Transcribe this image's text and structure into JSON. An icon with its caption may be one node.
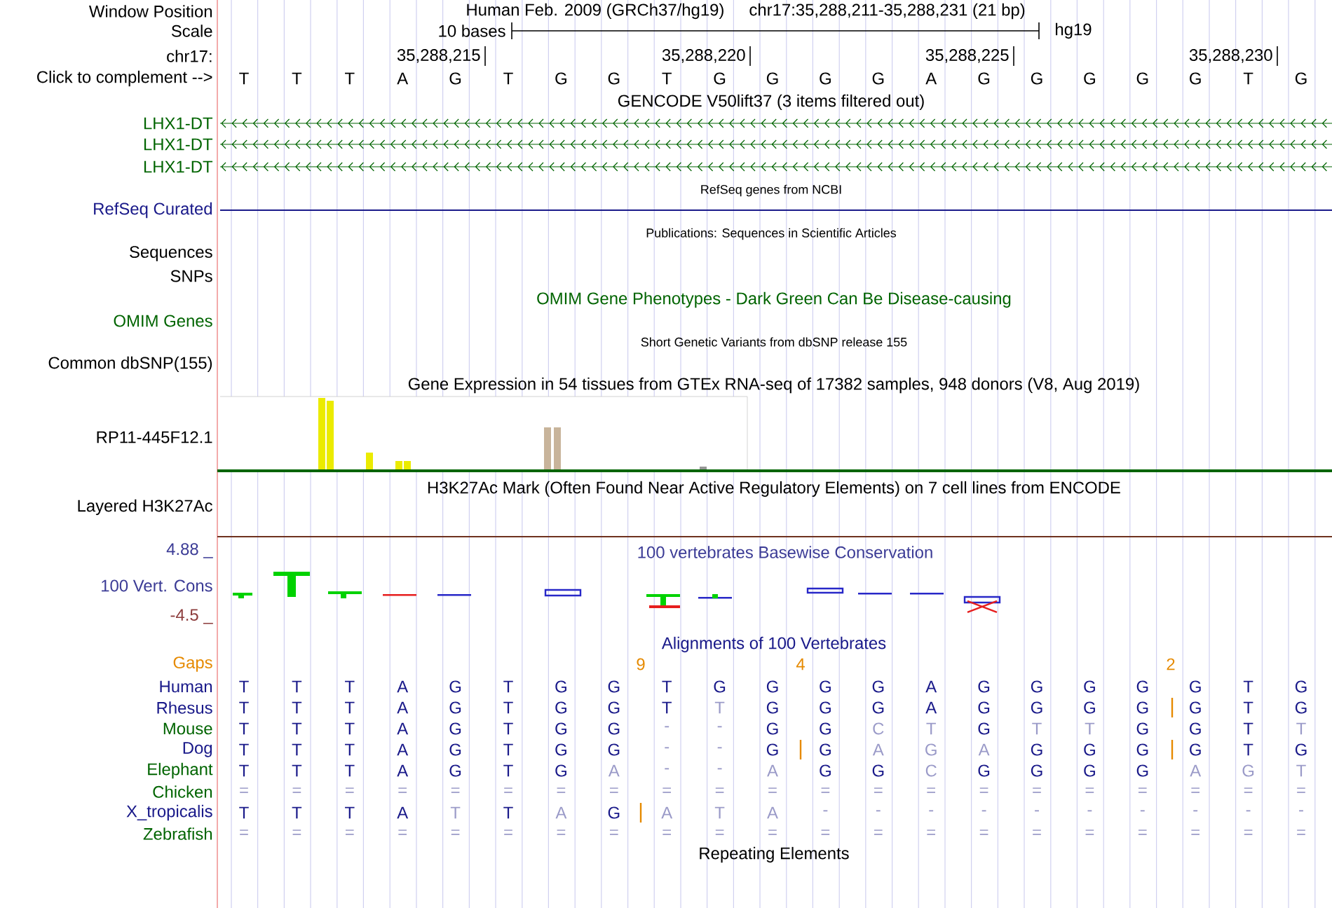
{
  "diagram": {
    "labels": [
      "Window Position",
      "Human Feb. 2009 (GRCh37/hg19)",
      "chr17:35,288,211-35,288,231 (21 bp)",
      "Scale",
      "10 bases",
      "hg19",
      "chr17:",
      "35,288,215",
      "35,288,220",
      "35,288,225",
      "35,288,230",
      "Click to complement -->",
      "T",
      "T",
      "T",
      "A",
      "G",
      "T",
      "G",
      "G",
      "T",
      "G",
      "G",
      "G",
      "G",
      "A",
      "G",
      "G",
      "G",
      "G",
      "G",
      "T",
      "G",
      "GENCODE V50lift37 (3 items filtered out)",
      "LHX1-DT",
      "LHX1-DT",
      "LHX1-DT",
      "RefSeq genes from NCBI",
      "RefSeq Curated",
      "Publications: Sequences in Scientific Articles",
      "Sequences",
      "SNPs",
      "OMIM Gene Phenotypes - Dark Green Can Be Disease-causing",
      "OMIM Genes",
      "Short Genetic Variants from dbSNP release 155",
      "Common dbSNP(155)",
      "Gene Expression in 54 tissues from GTEx RNA-seq of 17382 samples, 948 donors (V8, Aug 2019)",
      "RP11-445F12.1",
      "H3K27Ac Mark (Often Found Near Active Regulatory Elements) on 7 cell lines from ENCODE",
      "Layered H3K27Ac",
      "4.88 _",
      "100 vertebrates Basewise Conservation",
      "100 Vert. Cons",
      "-4.5 _",
      "Alignments of 100 Vertebrates",
      "Gaps",
      "9",
      "4",
      "2",
      "Human",
      "T",
      "T",
      "T",
      "A",
      "G",
      "T",
      "G",
      "G",
      "T",
      "G",
      "G",
      "G",
      "G",
      "A",
      "G",
      "G",
      "G",
      "G",
      "G",
      "T",
      "G",
      "Rhesus",
      "T",
      "T",
      "T",
      "A",
      "G",
      "T",
      "G",
      "G",
      "T",
      "T",
      "G",
      "G",
      "G",
      "A",
      "G",
      "G",
      "G",
      "G",
      "G",
      "T",
      "G",
      "Mouse",
      "T",
      "T",
      "T",
      "A",
      "G",
      "T",
      "G",
      "G",
      "-",
      "-",
      "G",
      "G",
      "C",
      "T",
      "G",
      "T",
      "T",
      "G",
      "G",
      "T",
      "T",
      "Dog",
      "T",
      "T",
      "T",
      "A",
      "G",
      "T",
      "G",
      "G",
      "-",
      "-",
      "G",
      "G",
      "A",
      "G",
      "A",
      "G",
      "G",
      "G",
      "G",
      "T",
      "G",
      "Elephant",
      "T",
      "T",
      "T",
      "A",
      "G",
      "T",
      "G",
      "A",
      "-",
      "-",
      "A",
      "G",
      "G",
      "C",
      "G",
      "G",
      "G",
      "G",
      "A",
      "G",
      "T",
      "Chicken",
      "=",
      "=",
      "=",
      "=",
      "=",
      "=",
      "=",
      "=",
      "=",
      "=",
      "=",
      "=",
      "=",
      "=",
      "=",
      "=",
      "=",
      "=",
      "=",
      "=",
      "=",
      "X_tropicalis",
      "T",
      "T",
      "T",
      "A",
      "T",
      "T",
      "A",
      "G",
      "A",
      "T",
      "A",
      "-",
      "-",
      "-",
      "-",
      "-",
      "-",
      "-",
      "-",
      "-",
      "-",
      "Zebrafish",
      "=",
      "=",
      "=",
      "=",
      "=",
      "=",
      "=",
      "=",
      "=",
      "=",
      "=",
      "=",
      "=",
      "=",
      "=",
      "=",
      "=",
      "=",
      "=",
      "=",
      "=",
      "Repeating Elements"
    ]
  }
}
